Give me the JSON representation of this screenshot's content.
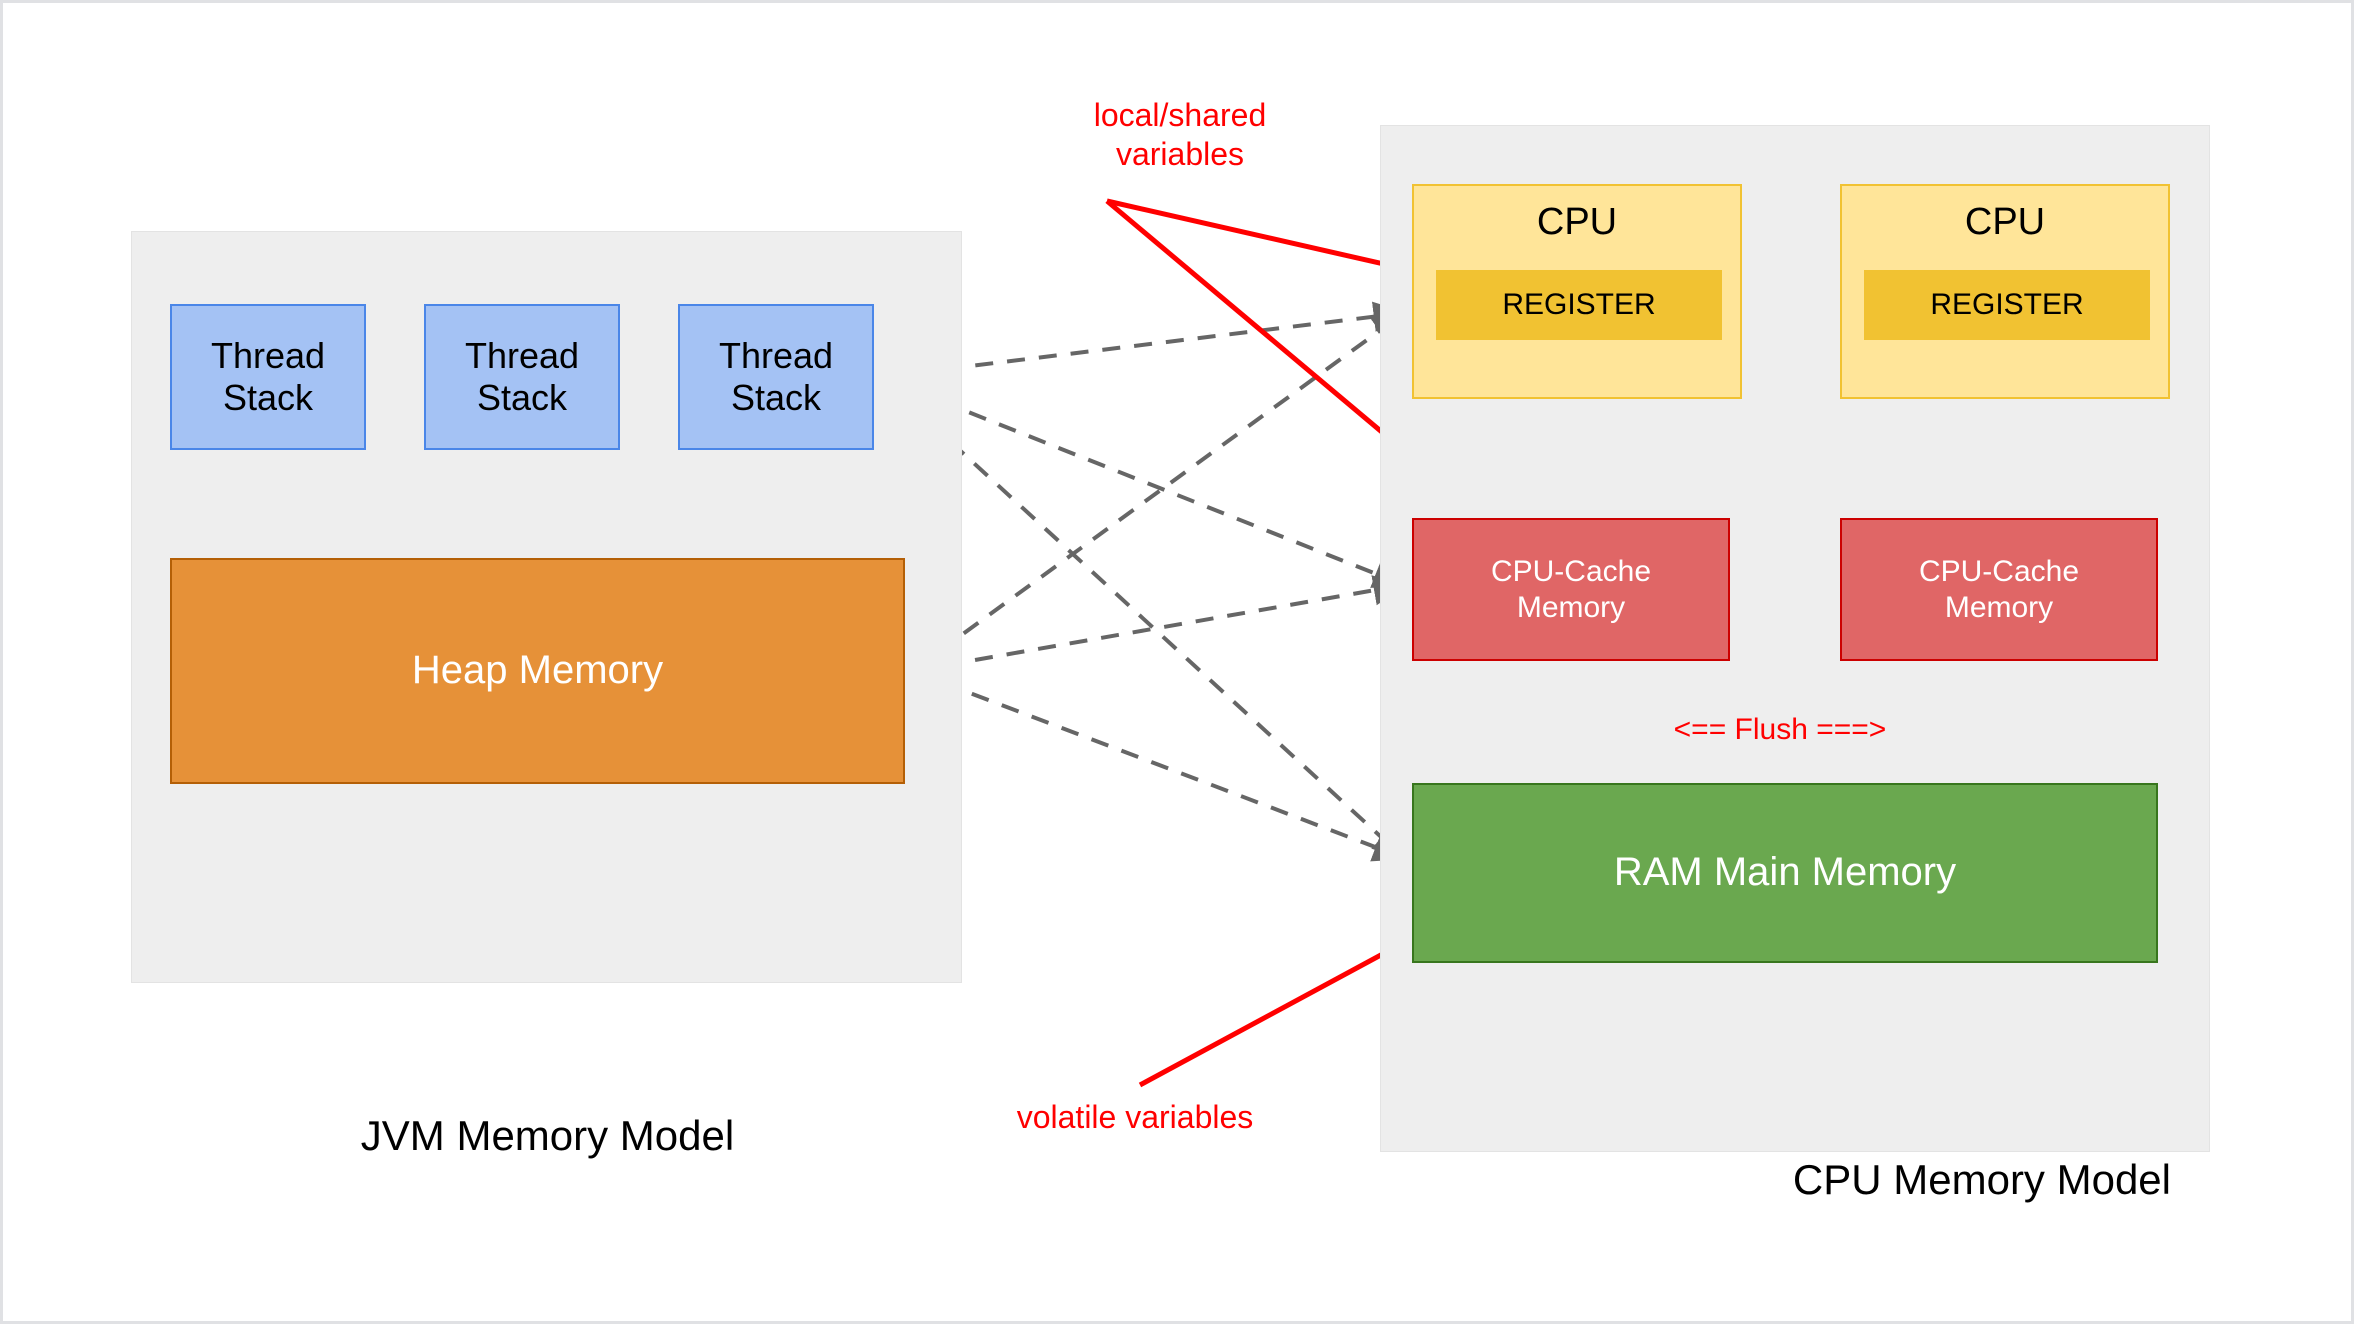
{
  "diagram": {
    "title_jvm": "JVM Memory Model",
    "title_cpu": "CPU Memory Model",
    "colors": {
      "region_fill": "#eeeeee",
      "thread_stack_fill": "#a4c2f4",
      "thread_stack_border": "#4a86e8",
      "heap_fill": "#e69138",
      "heap_border": "#b45f06",
      "cpu_fill": "#ffe599",
      "cpu_border": "#f1c232",
      "register_fill": "#f1c232",
      "cache_fill": "#e06666",
      "cache_border": "#cc0000",
      "ram_fill": "#6aa84f",
      "ram_border": "#38761d",
      "annotation_red": "#ff0000",
      "connector_gray": "#666666"
    },
    "jvm": {
      "label": "JVM Memory Model",
      "thread_stacks": [
        {
          "label": "Thread\nStack"
        },
        {
          "label": "Thread\nStack"
        },
        {
          "label": "Thread\nStack"
        }
      ],
      "heap": {
        "label": "Heap Memory"
      }
    },
    "cpu": {
      "label": "CPU Memory Model",
      "cores": [
        {
          "label": "CPU",
          "register_label": "REGISTER",
          "cache_label": "CPU-Cache\nMemory"
        },
        {
          "label": "CPU",
          "register_label": "REGISTER",
          "cache_label": "CPU-Cache\nMemory"
        }
      ],
      "ram": {
        "label": "RAM Main Memory"
      }
    },
    "annotations": [
      {
        "id": "local-shared",
        "text": "local/shared\nvariables",
        "color": "#ff0000",
        "targets": [
          "REGISTER",
          "CPU-Cache Memory"
        ]
      },
      {
        "id": "volatile",
        "text": "volatile variables",
        "color": "#ff0000",
        "targets": [
          "RAM Main Memory"
        ]
      },
      {
        "id": "flush",
        "text": "<== Flush ===>",
        "color": "#ff0000",
        "targets": [
          "CPU-Cache Memory",
          "RAM Main Memory"
        ]
      }
    ],
    "connectors": {
      "style": "dashed bidirectional",
      "pairs": [
        {
          "from": "Thread Stack",
          "to": "REGISTER"
        },
        {
          "from": "Thread Stack",
          "to": "CPU-Cache Memory"
        },
        {
          "from": "Thread Stack",
          "to": "RAM Main Memory"
        },
        {
          "from": "Heap Memory",
          "to": "REGISTER"
        },
        {
          "from": "Heap Memory",
          "to": "CPU-Cache Memory"
        },
        {
          "from": "Heap Memory",
          "to": "RAM Main Memory"
        }
      ]
    }
  }
}
